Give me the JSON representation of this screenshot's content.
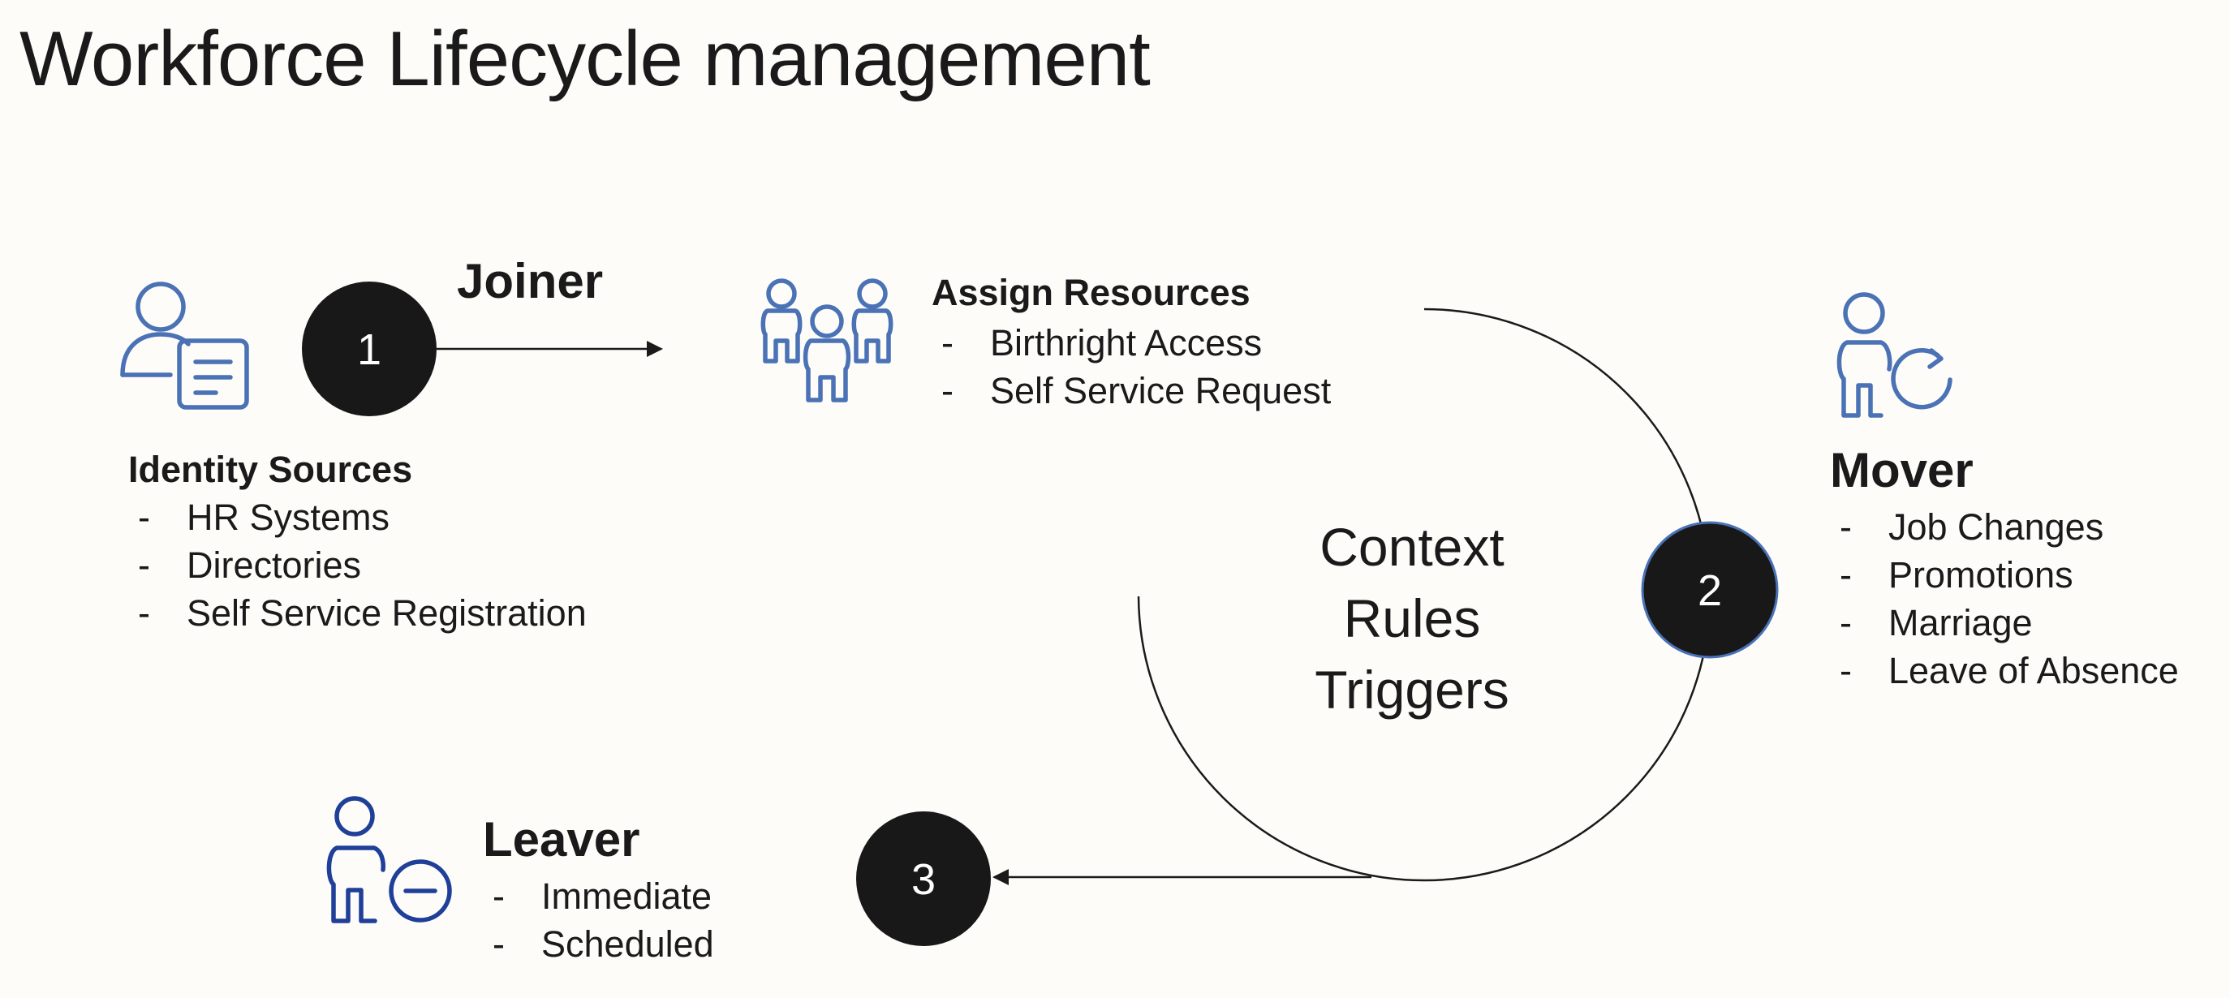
{
  "title": "Workforce Lifecycle management",
  "colors": {
    "icon_blue": "#4a72b5",
    "icon_navy": "#1f3f98",
    "step_fill": "#181818",
    "step_text": "#ffffff",
    "step2_outline": "#4a72b5",
    "line": "#1a1a1a"
  },
  "steps": [
    {
      "number": "1"
    },
    {
      "number": "2"
    },
    {
      "number": "3"
    }
  ],
  "joiner": {
    "label": "Joiner",
    "identity_sources": {
      "heading": "Identity Sources",
      "items": [
        "HR Systems",
        "Directories",
        "Self Service Registration"
      ]
    },
    "assign_resources": {
      "heading": "Assign Resources",
      "items": [
        "Birthright Access",
        "Self Service Request"
      ]
    }
  },
  "center": {
    "lines": [
      "Context",
      "Rules",
      "Triggers"
    ]
  },
  "mover": {
    "label": "Mover",
    "items": [
      "Job Changes",
      "Promotions",
      "Marriage",
      "Leave of Absence"
    ]
  },
  "leaver": {
    "label": "Leaver",
    "items": [
      "Immediate",
      "Scheduled"
    ]
  },
  "icons": {
    "identity_sources": "user-document-icon",
    "assign_resources": "people-group-icon",
    "mover": "user-refresh-icon",
    "leaver": "user-remove-icon"
  },
  "list_marker": "-"
}
